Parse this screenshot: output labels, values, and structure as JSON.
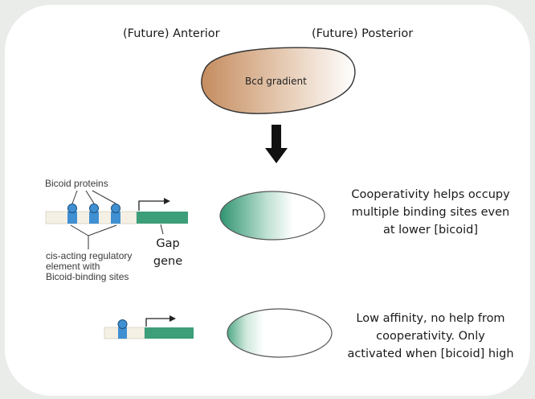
{
  "labels": {
    "anterior": "(Future) Anterior",
    "posterior": "(Future) Posterior",
    "gradient": "Bcd gradient",
    "bicoid_proteins": "Bicoid proteins",
    "cis_element_line1": "cis-acting regulatory",
    "cis_element_line2": "element with",
    "cis_element_line3": "Bicoid-binding sites",
    "gap_gene_line1": "Gap",
    "gap_gene_line2": "gene"
  },
  "captions": {
    "cooperative": [
      "Cooperativity helps occupy",
      "multiple binding sites even",
      "at lower [bicoid]"
    ],
    "low_affinity": [
      "Low affinity, no help from",
      "cooperativity. Only",
      "activated when [bicoid] high"
    ]
  },
  "colors": {
    "gradient_brown": "#c9936a",
    "gene_green": "#3a9a78",
    "binding_blue": "#3d8fd1",
    "arrow": "#111111"
  }
}
